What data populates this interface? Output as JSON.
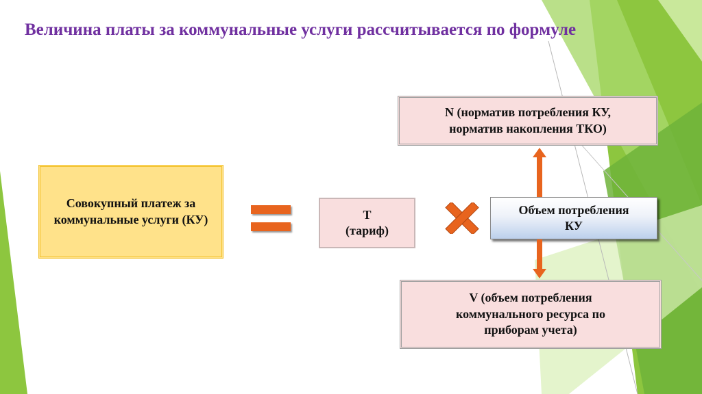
{
  "title": "Величина платы за коммунальные услуги рассчитывается по формуле",
  "colors": {
    "title": "#7030a0",
    "operator": "#e8641e",
    "accent_green": "#8dc63f"
  },
  "boxes": {
    "total": "Совокупный платеж за коммунальные услуги (КУ)",
    "tariff_line1": "Т",
    "tariff_line2": "(тариф)",
    "volume_line1": "Объем потребления",
    "volume_line2": "КУ",
    "norm_line1": "N (норматив потребления КУ,",
    "norm_line2": "норматив накопления ТКО)",
    "meter": "V (объем потребления коммунального ресурса по приборам учета)"
  },
  "icons": {
    "equals": "equals-icon",
    "multiply": "multiply-icon",
    "arrow_up": "arrow-up-icon",
    "arrow_down": "arrow-down-icon"
  }
}
